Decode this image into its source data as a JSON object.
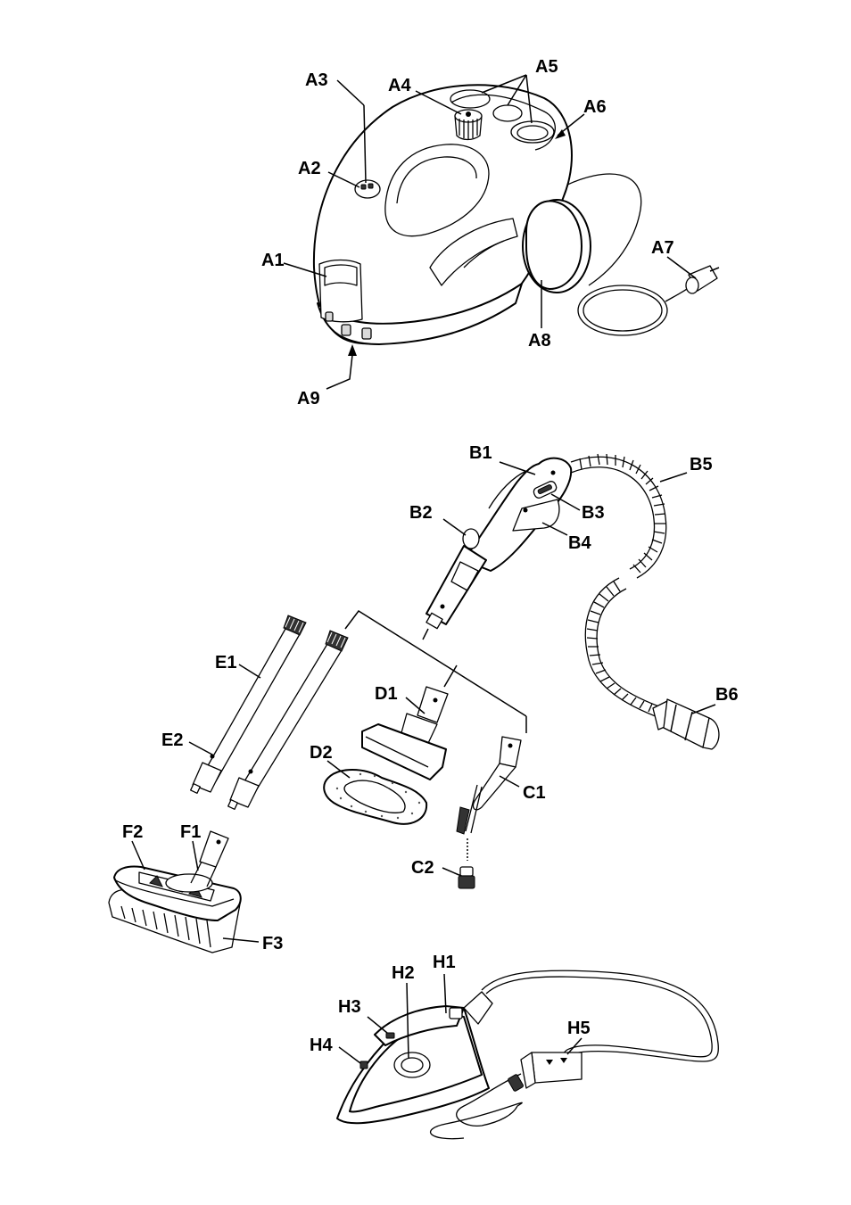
{
  "labels": {
    "A1": "A1",
    "A2": "A2",
    "A3": "A3",
    "A4": "A4",
    "A5": "A5",
    "A6": "A6",
    "A7": "A7",
    "A8": "A8",
    "A9": "A9",
    "B1": "B1",
    "B2": "B2",
    "B3": "B3",
    "B4": "B4",
    "B5": "B5",
    "B6": "B6",
    "C1": "C1",
    "C2": "C2",
    "D1": "D1",
    "D2": "D2",
    "E1": "E1",
    "E2": "E2",
    "F1": "F1",
    "F2": "F2",
    "F3": "F3",
    "H1": "H1",
    "H2": "H2",
    "H3": "H3",
    "H4": "H4",
    "H5": "H5"
  }
}
